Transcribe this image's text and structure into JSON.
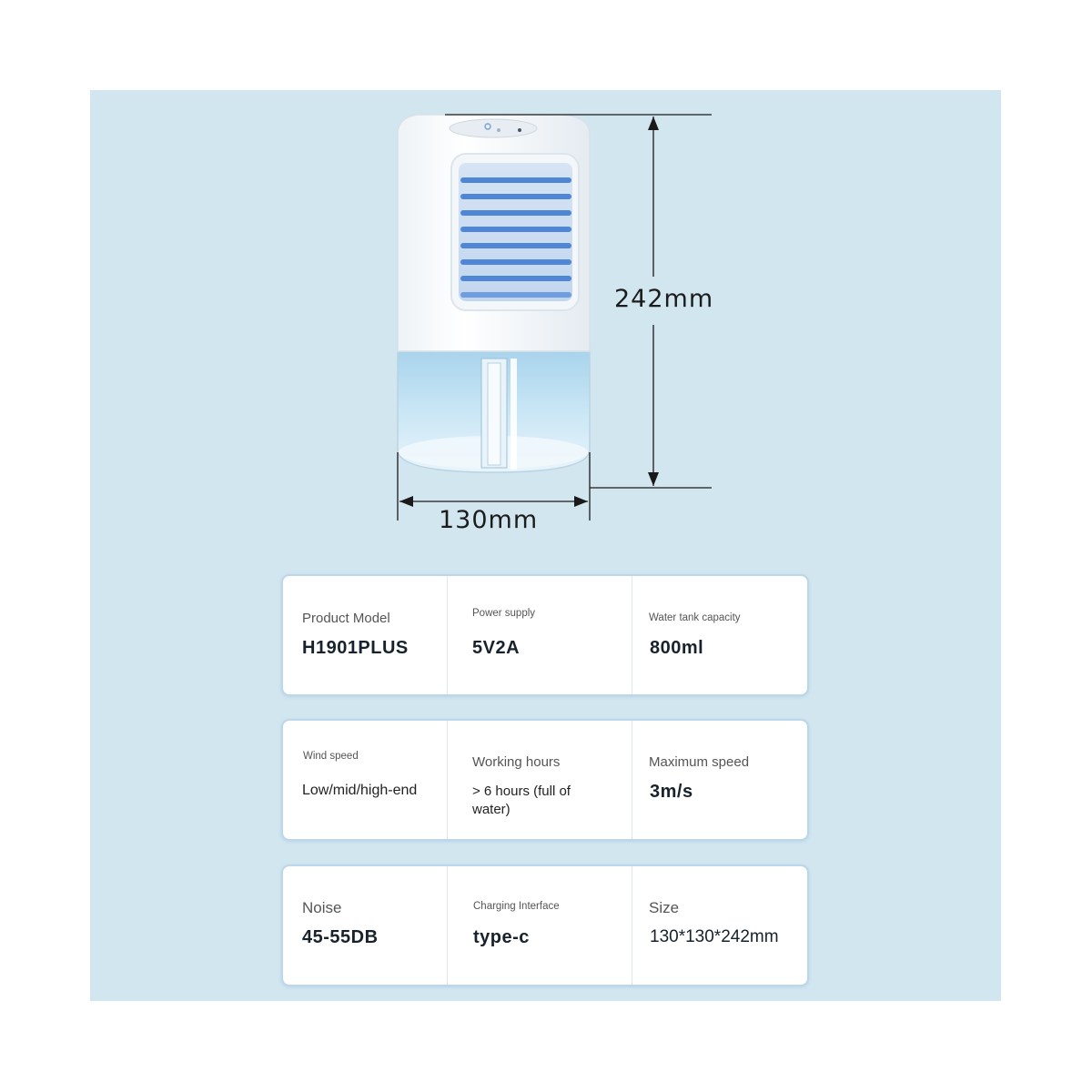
{
  "dimensions": {
    "height_label": "242mm",
    "width_label": "130mm"
  },
  "specs": [
    [
      {
        "label": "Product Model",
        "value": "H1901PLUS"
      },
      {
        "label": "Power supply",
        "value": "5V2A"
      },
      {
        "label": "Water tank capacity",
        "value": "800ml"
      }
    ],
    [
      {
        "label": "Wind speed",
        "value": "Low/mid/high-end"
      },
      {
        "label": "Working hours",
        "value": "> 6 hours (full of water)"
      },
      {
        "label": "Maximum speed",
        "value": "3m/s"
      }
    ],
    [
      {
        "label": "Noise",
        "value": "45-55DB"
      },
      {
        "label": "Charging Interface",
        "value": "type-c"
      },
      {
        "label": "Size",
        "value": "130*130*242mm"
      }
    ]
  ],
  "colors": {
    "background_panel": "#d2e6f0",
    "louver_blue": "#4f86d6",
    "card_border": "#bcd6ea"
  }
}
